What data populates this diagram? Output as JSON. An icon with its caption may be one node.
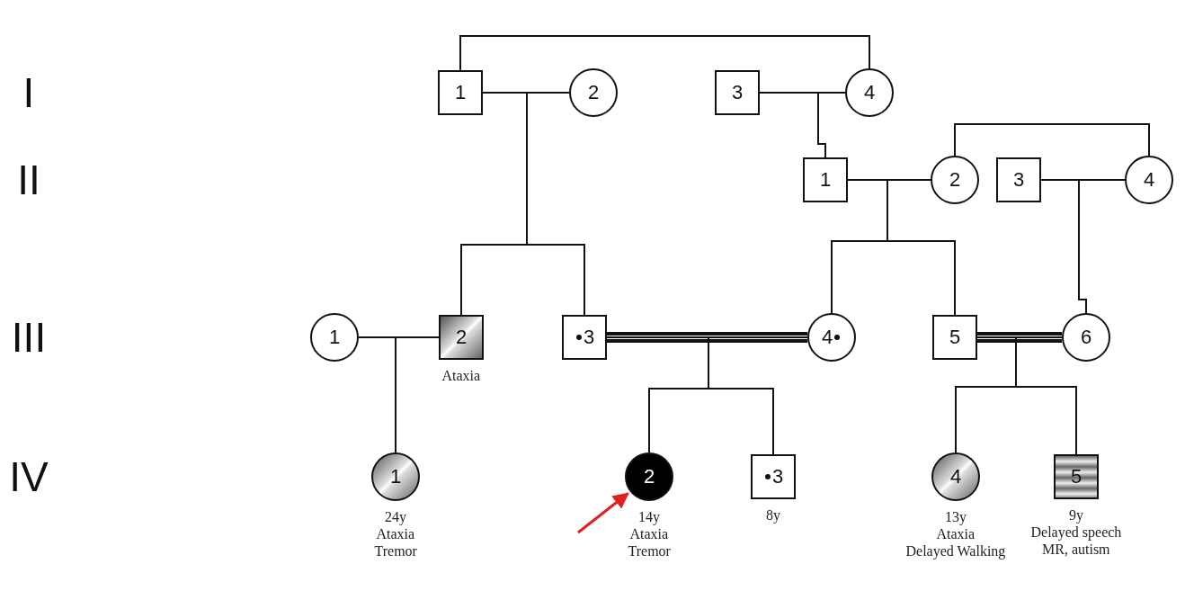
{
  "diagram": {
    "nodes": [
      {
        "text": [
          "1"
        ]
      },
      {
        "text": [
          "2"
        ]
      },
      {
        "text": [
          "3"
        ]
      },
      {
        "text": [
          "4"
        ]
      },
      {
        "text": [
          "1"
        ]
      },
      {
        "text": [
          "2"
        ]
      },
      {
        "text": [
          "3"
        ]
      },
      {
        "text": [
          "4"
        ]
      },
      {
        "text": [
          "1"
        ]
      },
      {
        "text": [
          "2"
        ],
        "beside": [
          "Ataxia"
        ]
      },
      {
        "text": [
          "3"
        ]
      },
      {
        "text": [
          "4"
        ]
      },
      {
        "text": [
          "5"
        ]
      },
      {
        "text": [
          "6"
        ]
      },
      {
        "text": [
          "1"
        ],
        "beside": [
          "24y",
          "Ataxia",
          "Tremor"
        ]
      },
      {
        "text": [
          "2"
        ],
        "beside": [
          "14y",
          "Ataxia",
          "Tremor"
        ]
      },
      {
        "text": [
          "3"
        ],
        "beside": [
          "8y"
        ]
      },
      {
        "text": [
          "4"
        ],
        "beside": [
          "13y",
          "Ataxia",
          "Delayed Walking"
        ]
      },
      {
        "text": [
          "5"
        ],
        "beside": [
          "9y",
          "Delayed speech",
          "MR, autism"
        ]
      }
    ],
    "edges": [
      {
        "from": 0,
        "to": 3,
        "arrow": "none"
      },
      {
        "from": 0,
        "to": 1,
        "arrow": "none"
      },
      {
        "from": 2,
        "to": 3,
        "arrow": "none"
      },
      {
        "from": 5,
        "to": 7,
        "arrow": "none"
      },
      {
        "from": 4,
        "to": 5,
        "arrow": "none"
      },
      {
        "from": 6,
        "to": 7,
        "arrow": "none"
      },
      {
        "from": 8,
        "to": 9,
        "arrow": "none"
      },
      {
        "from": 10,
        "to": 11,
        "arrow": "none",
        "style": "thick"
      },
      {
        "from": 12,
        "to": 13,
        "arrow": "none",
        "style": "thick"
      },
      {
        "from": 0,
        "to": 9,
        "arrow": "none"
      },
      {
        "from": 1,
        "to": 9,
        "arrow": "none"
      },
      {
        "from": 0,
        "to": 10,
        "arrow": "none"
      },
      {
        "from": 1,
        "to": 10,
        "arrow": "none"
      },
      {
        "from": 2,
        "to": 4,
        "arrow": "none"
      },
      {
        "from": 3,
        "to": 4,
        "arrow": "none"
      },
      {
        "from": 4,
        "to": 11,
        "arrow": "none"
      },
      {
        "from": 5,
        "to": 11,
        "arrow": "none"
      },
      {
        "from": 4,
        "to": 12,
        "arrow": "none"
      },
      {
        "from": 5,
        "to": 12,
        "arrow": "none"
      },
      {
        "from": 6,
        "to": 13,
        "arrow": "none"
      },
      {
        "from": 7,
        "to": 13,
        "arrow": "none"
      },
      {
        "from": 8,
        "to": 14,
        "arrow": "none"
      },
      {
        "from": 9,
        "to": 14,
        "arrow": "none"
      },
      {
        "from": 10,
        "to": 15,
        "arrow": "none"
      },
      {
        "from": 11,
        "to": 15,
        "arrow": "none"
      },
      {
        "from": 10,
        "to": 16,
        "arrow": "none"
      },
      {
        "from": 11,
        "to": 16,
        "arrow": "none"
      },
      {
        "from": 12,
        "to": 17,
        "arrow": "none"
      },
      {
        "from": 13,
        "to": 17,
        "arrow": "none"
      },
      {
        "from": 12,
        "to": 18,
        "arrow": "none"
      },
      {
        "from": 13,
        "to": 18,
        "arrow": "none"
      },
      {
        "from": null,
        "to": 15,
        "arrow": "to",
        "color": "#e02020"
      }
    ],
    "labels": [
      "I",
      "II",
      "III",
      "IV"
    ]
  }
}
